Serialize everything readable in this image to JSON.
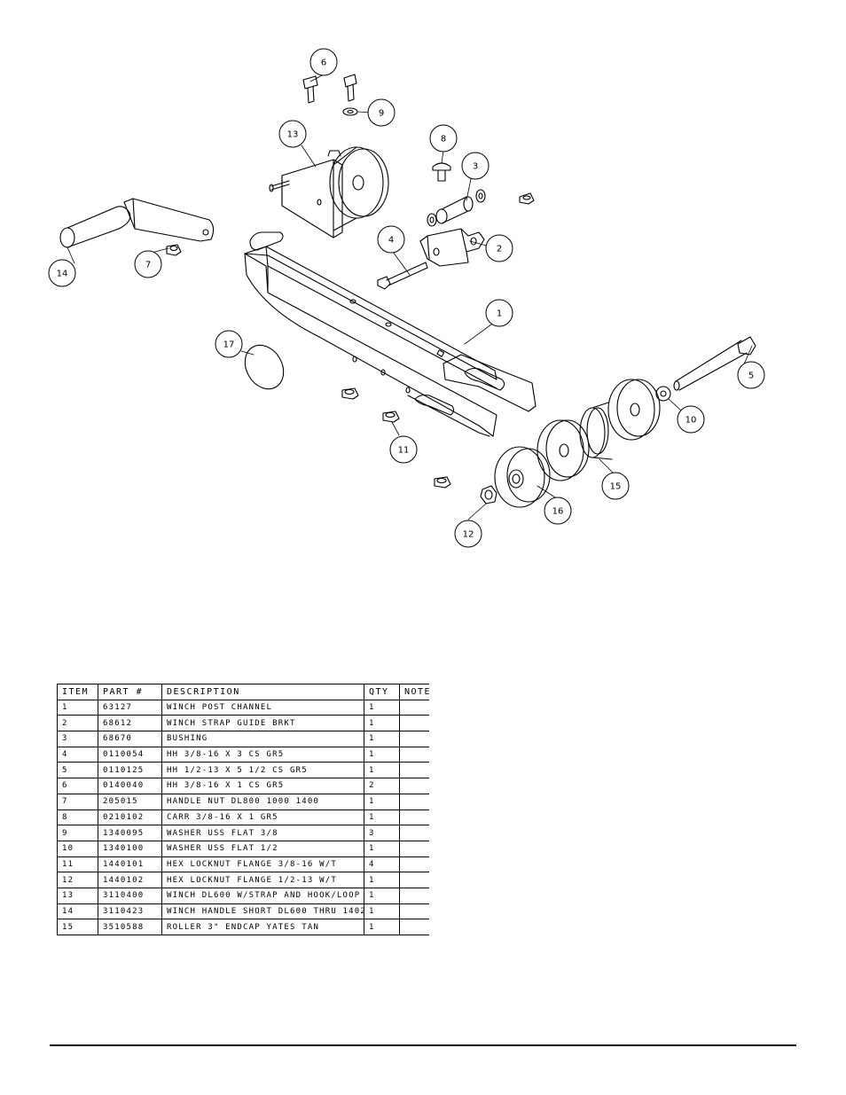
{
  "callouts": [
    {
      "label": "1"
    },
    {
      "label": "2"
    },
    {
      "label": "3"
    },
    {
      "label": "4"
    },
    {
      "label": "5"
    },
    {
      "label": "6"
    },
    {
      "label": "7"
    },
    {
      "label": "8"
    },
    {
      "label": "9"
    },
    {
      "label": "10"
    },
    {
      "label": "11"
    },
    {
      "label": "12"
    },
    {
      "label": "13"
    },
    {
      "label": "14"
    },
    {
      "label": "15"
    },
    {
      "label": "16"
    },
    {
      "label": "17"
    }
  ],
  "parts_table": {
    "headers": {
      "item": "ITEM",
      "part": "PART #",
      "description": "DESCRIPTION",
      "qty": "QTY",
      "note": "NOTE"
    },
    "rows": [
      {
        "item": "1",
        "part": "63127",
        "description": "WINCH POST CHANNEL",
        "qty": "1",
        "note": ""
      },
      {
        "item": "2",
        "part": "68612",
        "description": "WINCH STRAP GUIDE BRKT",
        "qty": "1",
        "note": ""
      },
      {
        "item": "3",
        "part": "68670",
        "description": "BUSHING",
        "qty": "1",
        "note": ""
      },
      {
        "item": "4",
        "part": "0110054",
        "description": "HH 3/8-16 X 3 CS GR5",
        "qty": "1",
        "note": ""
      },
      {
        "item": "5",
        "part": "0110125",
        "description": "HH 1/2-13 X 5 1/2 CS GR5",
        "qty": "1",
        "note": ""
      },
      {
        "item": "6",
        "part": "0140040",
        "description": "HH 3/8-16 X 1 CS GR5",
        "qty": "2",
        "note": ""
      },
      {
        "item": "7",
        "part": "205015",
        "description": "HANDLE NUT DL800 1000 1400",
        "qty": "1",
        "note": ""
      },
      {
        "item": "8",
        "part": "0210102",
        "description": "CARR 3/8-16 X 1 GR5",
        "qty": "1",
        "note": ""
      },
      {
        "item": "9",
        "part": "1340095",
        "description": "WASHER USS FLAT 3/8",
        "qty": "3",
        "note": ""
      },
      {
        "item": "10",
        "part": "1340100",
        "description": "WASHER USS FLAT 1/2",
        "qty": "1",
        "note": ""
      },
      {
        "item": "11",
        "part": "1440101",
        "description": "HEX LOCKNUT FLANGE 3/8-16 W/T",
        "qty": "4",
        "note": ""
      },
      {
        "item": "12",
        "part": "1440102",
        "description": "HEX LOCKNUT FLANGE 1/2-13 W/T",
        "qty": "1",
        "note": ""
      },
      {
        "item": "13",
        "part": "3110400",
        "description": "WINCH DL600 W/STRAP AND HOOK/LOOP",
        "qty": "1",
        "note": ""
      },
      {
        "item": "14",
        "part": "3110423",
        "description": "WINCH HANDLE SHORT DL600 THRU 1402",
        "qty": "1",
        "note": ""
      },
      {
        "item": "15",
        "part": "3510588",
        "description": "ROLLER 3\" ENDCAP YATES TAN",
        "qty": "1",
        "note": ""
      }
    ]
  }
}
